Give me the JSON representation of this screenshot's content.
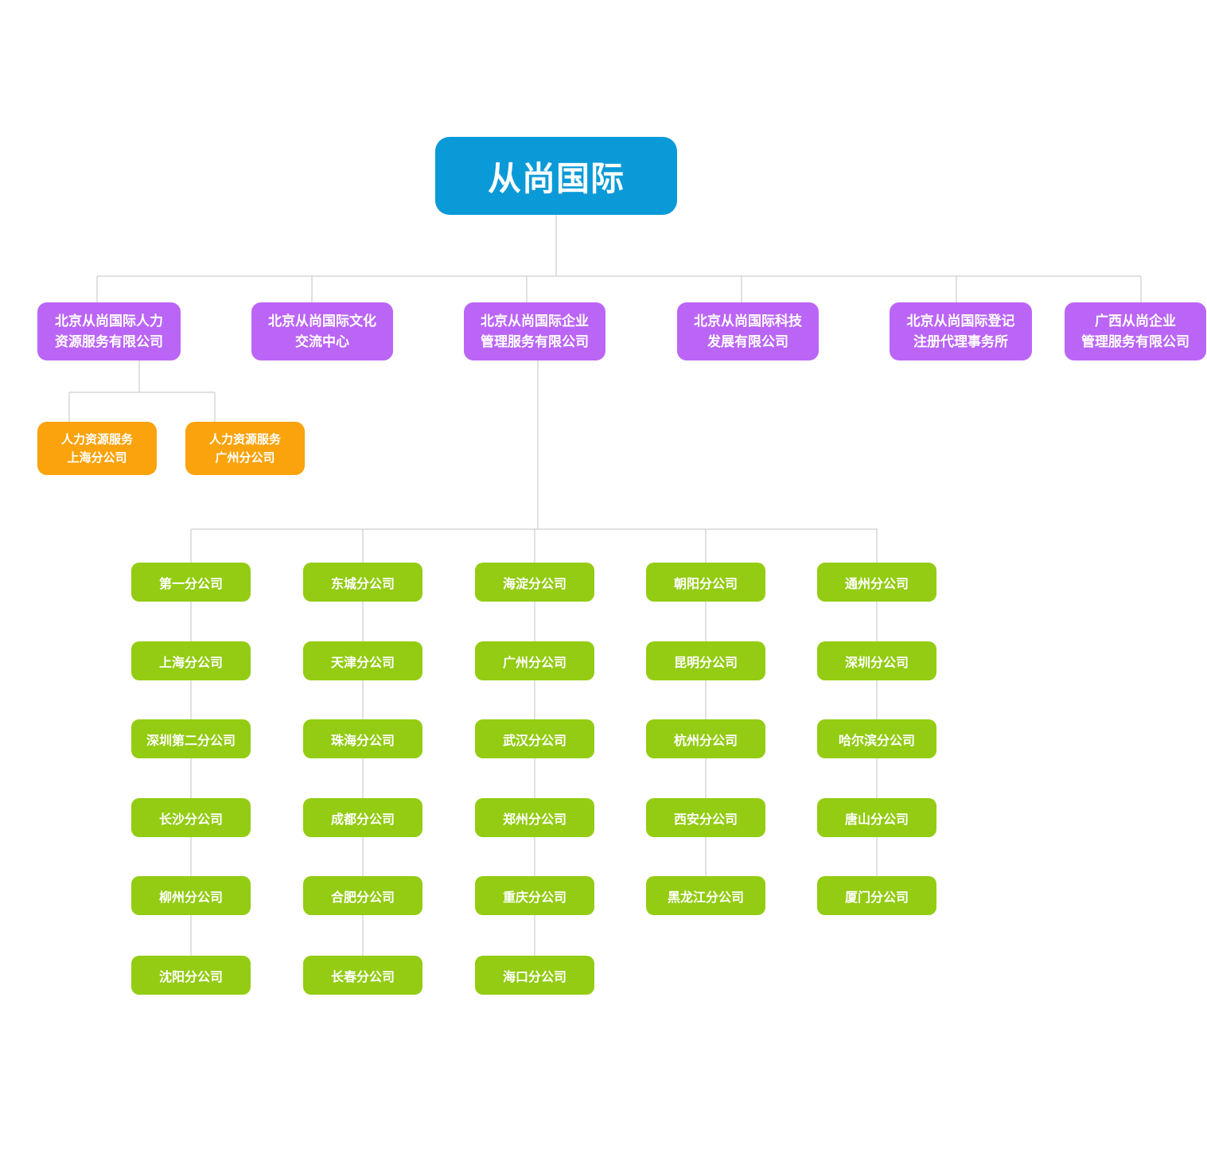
{
  "root": {
    "label": "从尚国际"
  },
  "branches": [
    {
      "label": "北京从尚国际人力\n资源服务有限公司"
    },
    {
      "label": "北京从尚国际文化\n交流中心"
    },
    {
      "label": "北京从尚国际企业\n管理服务有限公司"
    },
    {
      "label": "北京从尚国际科技\n发展有限公司"
    },
    {
      "label": "北京从尚国际登记\n注册代理事务所"
    },
    {
      "label": "广西从尚企业\n管理服务有限公司"
    }
  ],
  "hr_subsidiaries": [
    {
      "label": "人力资源服务\n上海分公司"
    },
    {
      "label": "人力资源服务\n广州分公司"
    }
  ],
  "management_subsidiaries": {
    "columns": [
      [
        "第一分公司",
        "上海分公司",
        "深圳第二分公司",
        "长沙分公司",
        "柳州分公司",
        "沈阳分公司"
      ],
      [
        "东城分公司",
        "天津分公司",
        "珠海分公司",
        "成都分公司",
        "合肥分公司",
        "长春分公司"
      ],
      [
        "海淀分公司",
        "广州分公司",
        "武汉分公司",
        "郑州分公司",
        "重庆分公司",
        "海口分公司"
      ],
      [
        "朝阳分公司",
        "昆明分公司",
        "杭州分公司",
        "西安分公司",
        "黑龙江分公司"
      ],
      [
        "通州分公司",
        "深圳分公司",
        "哈尔滨分公司",
        "唐山分公司",
        "厦门分公司"
      ]
    ]
  },
  "colors": {
    "root": "#0a9ad8",
    "branch": "#bb65f6",
    "hr_sub": "#faa30c",
    "sub_company": "#93cc12",
    "connector": "#c3c3c3"
  }
}
